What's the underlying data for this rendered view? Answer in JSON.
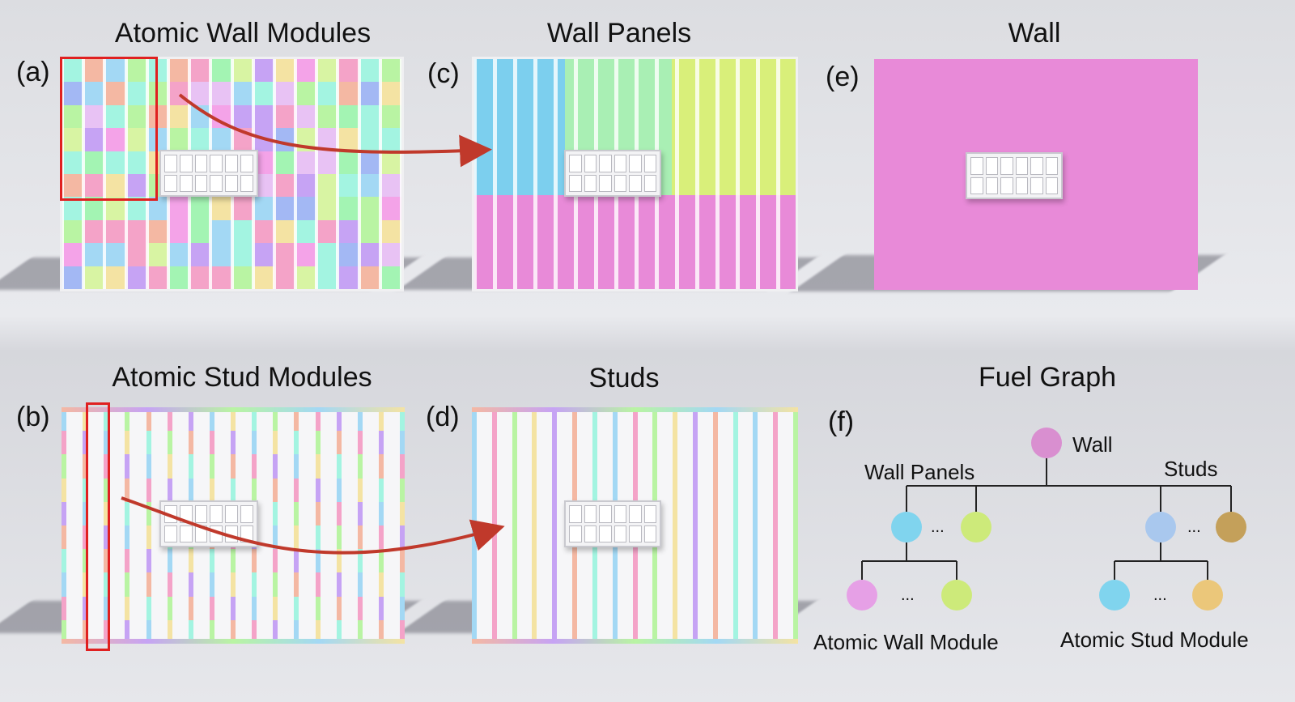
{
  "panels": {
    "a": {
      "letter": "(a)",
      "title": "Atomic Wall Modules"
    },
    "b": {
      "letter": "(b)",
      "title": "Atomic Stud Modules"
    },
    "c": {
      "letter": "(c)",
      "title": "Wall Panels"
    },
    "d": {
      "letter": "(d)",
      "title": "Studs"
    },
    "e": {
      "letter": "(e)",
      "title": "Wall"
    },
    "f": {
      "letter": "(f)",
      "title": "Fuel Graph"
    }
  },
  "graph": {
    "root_label": "Wall",
    "wall_panels_label": "Wall Panels",
    "studs_label": "Studs",
    "atomic_wall_module_label": "Atomic Wall Module",
    "atomic_stud_module_label": "Atomic Stud Module",
    "ellipsis": "..."
  },
  "colors": {
    "arrow": "#c0392b",
    "highlight": "#e02020",
    "wall_pink": "#e88ad8",
    "panel_blue": "#7ccfee",
    "panel_green": "#a9efb4",
    "panel_lime": "#d9ef7a",
    "node_root": "#d98fd0",
    "node_blue": "#80d4ee",
    "node_lime": "#cdea7a",
    "node_lightblue": "#a9c8ee",
    "node_brown": "#c4a05a",
    "node_pink": "#e6a0e6",
    "node_yellow": "#ebc77a"
  }
}
